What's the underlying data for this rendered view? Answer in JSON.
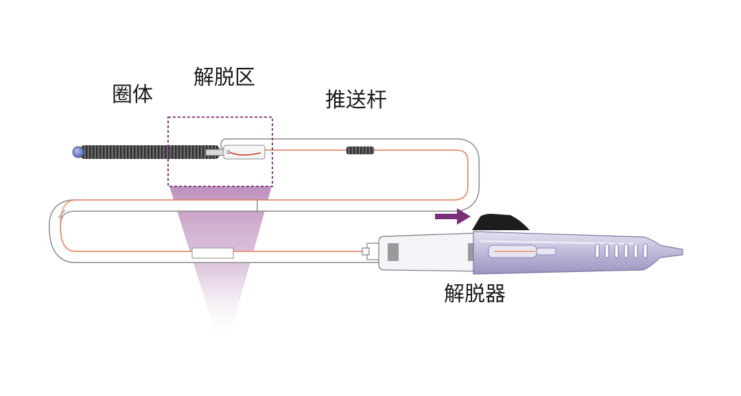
{
  "labels": {
    "coil": "圈体",
    "detach_zone": "解脱区",
    "pusher": "推送杆",
    "detacher": "解脱器"
  },
  "colors": {
    "wire": "#f08a6a",
    "tube_outline": "#8a8a8a",
    "zone_box": "#8a3a85",
    "spotlight": "#b784b5",
    "arrow": "#7a2f7a",
    "handle_body": "#c4bfdb",
    "handle_dark": "#1d1d1d",
    "coil_tip": "#7a88c8"
  }
}
